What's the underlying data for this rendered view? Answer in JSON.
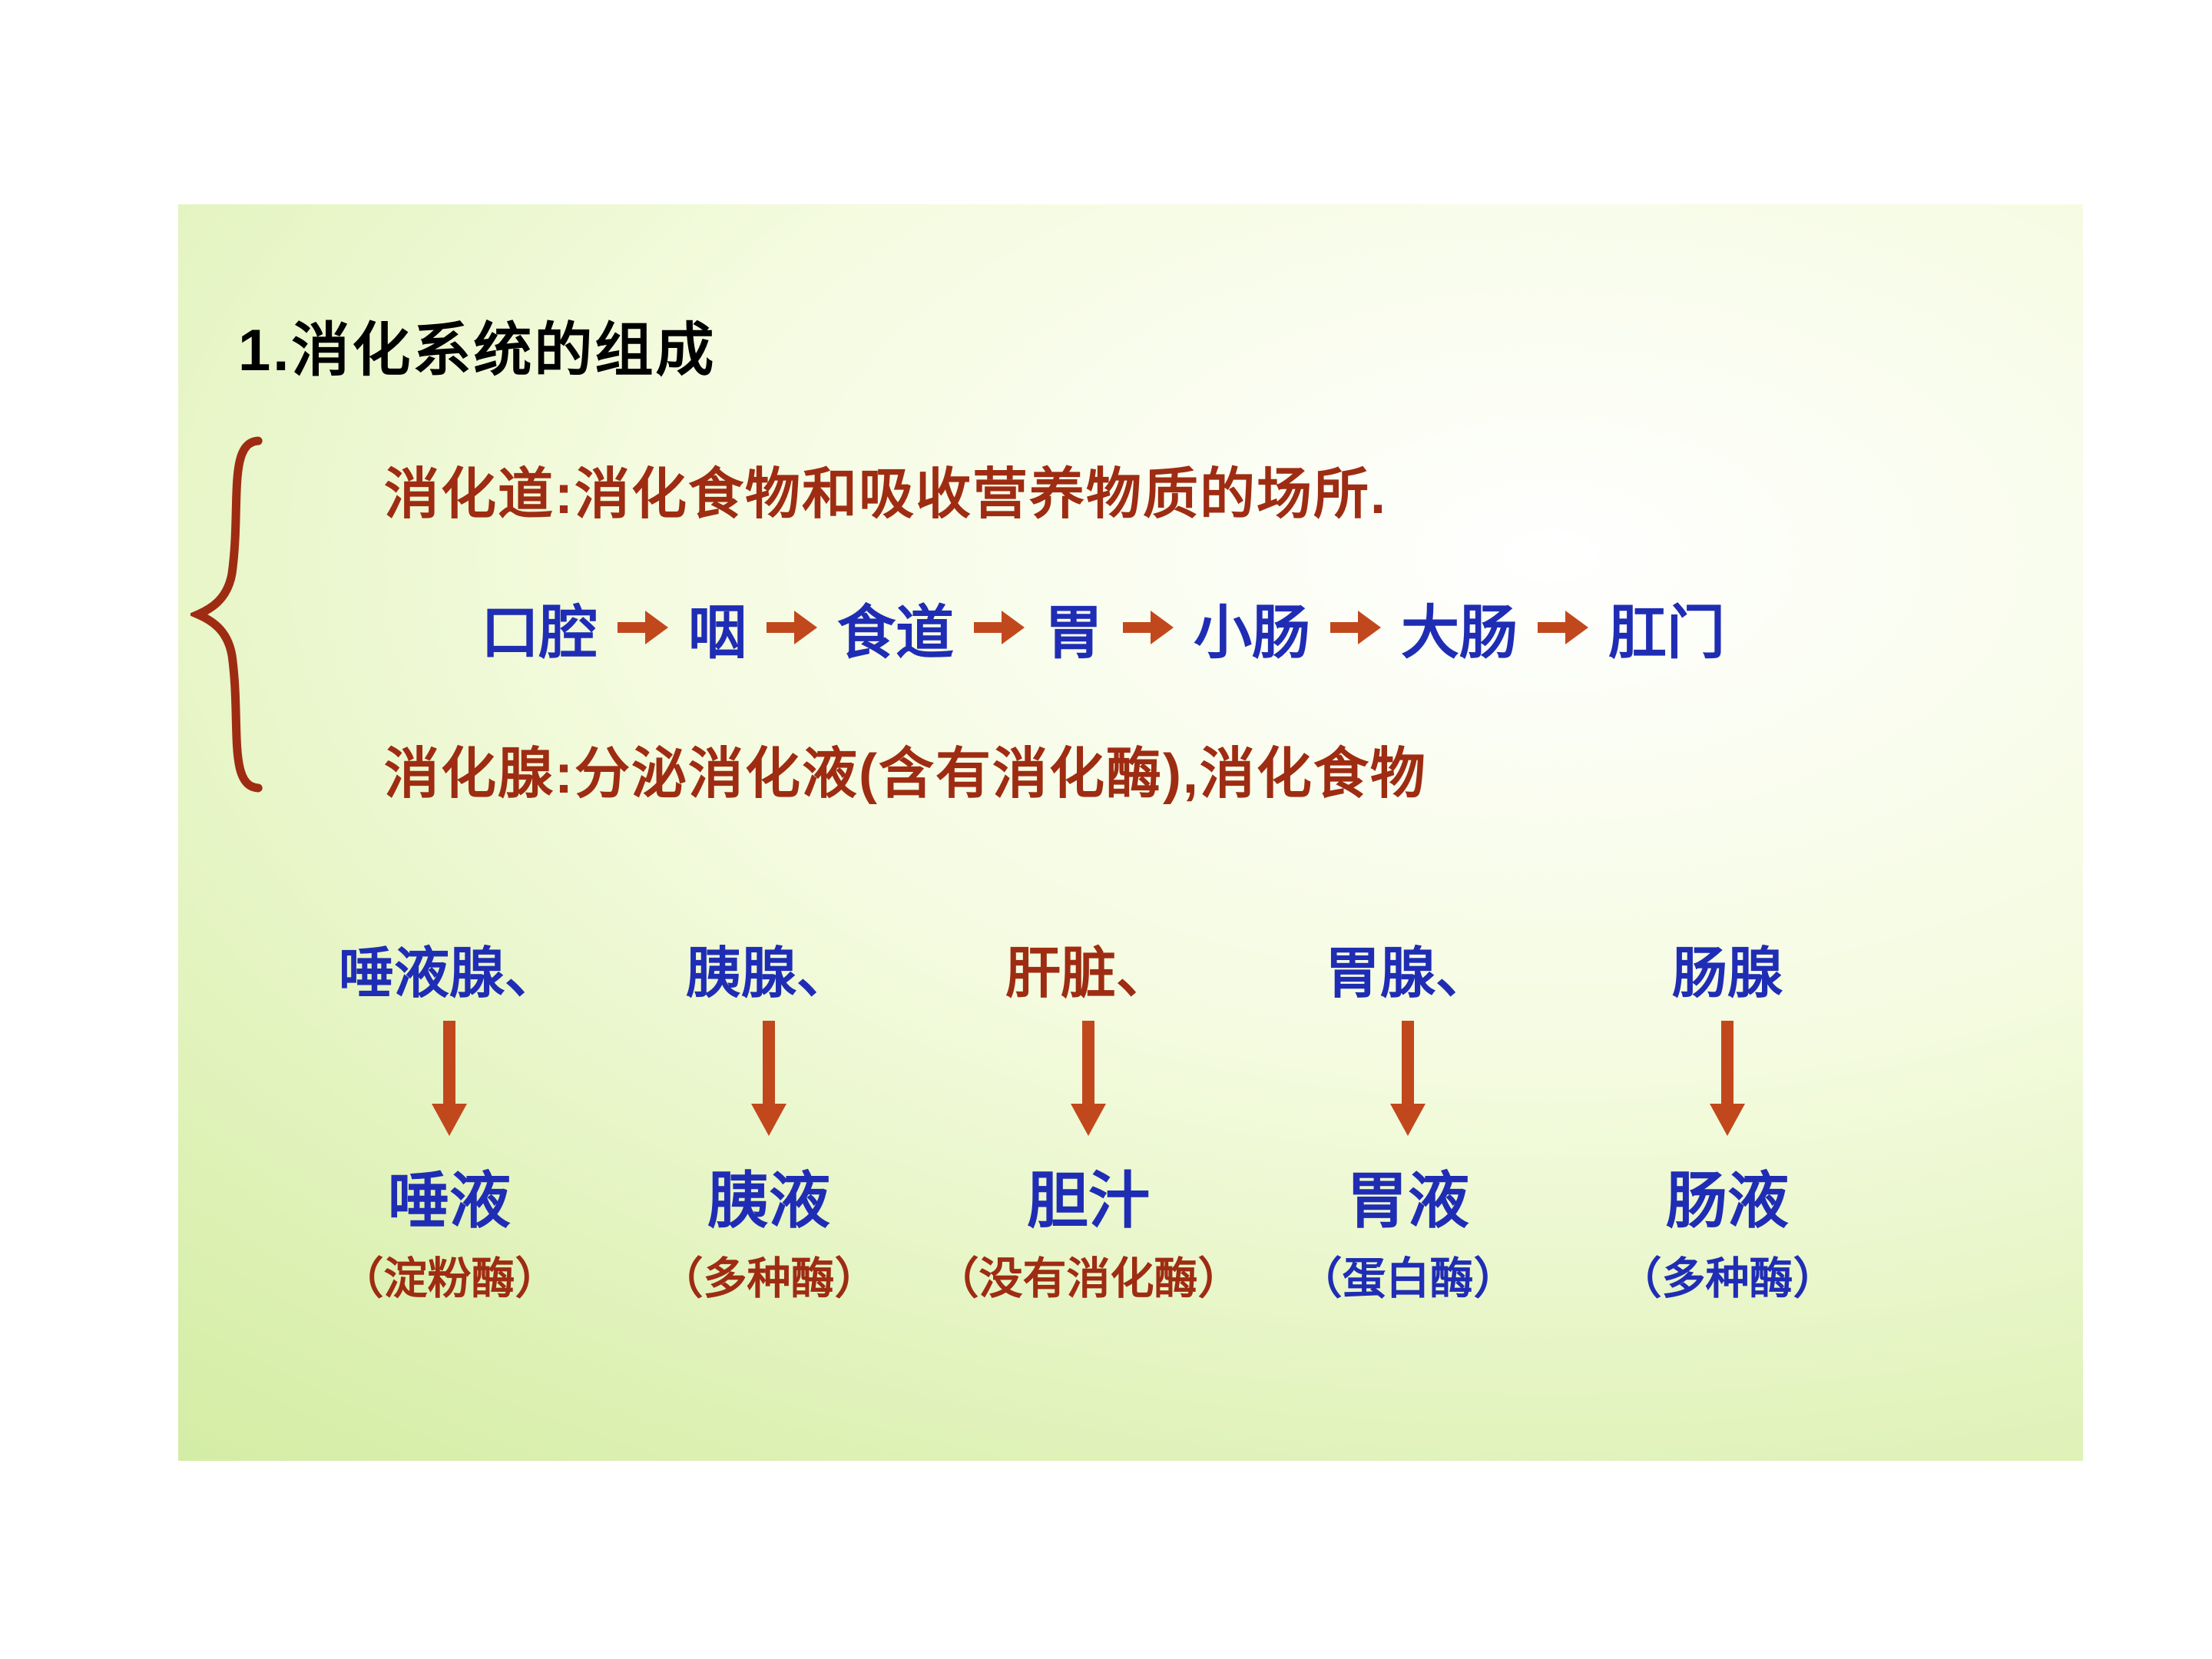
{
  "slide": {
    "title": "1.消化系统的组成",
    "tract": {
      "definition": "消化道:消化食物和吸收营养物质的场所.",
      "organs": [
        "口腔",
        "咽",
        "食道",
        "胃",
        "小肠",
        "大肠",
        "肛门"
      ]
    },
    "gland": {
      "definition": "消化腺:分泌消化液(含有消化酶),消化食物"
    },
    "glands": [
      {
        "name": "唾液腺、",
        "secretion": "唾液",
        "note": "（淀粉酶）"
      },
      {
        "name": "胰腺、",
        "secretion": "胰液",
        "note": "（多种酶）"
      },
      {
        "name": "肝脏、",
        "secretion": "胆汁",
        "note": "（没有消化酶）"
      },
      {
        "name": "胃腺、",
        "secretion": "胃液",
        "note": "（蛋白酶）"
      },
      {
        "name": "肠腺",
        "secretion": "肠液",
        "note": "（多种酶）"
      }
    ],
    "icons": {
      "right_arrow": "➜",
      "down_arrow": "↓",
      "left_brace": "{"
    },
    "colors": {
      "dark_red": "#9e2c12",
      "blue": "#1f2db4",
      "arrow_orange_red": "#c1481c",
      "title_black": "#000000",
      "slide_green_edge": "#c8e792",
      "slide_center": "#ffffff"
    }
  }
}
